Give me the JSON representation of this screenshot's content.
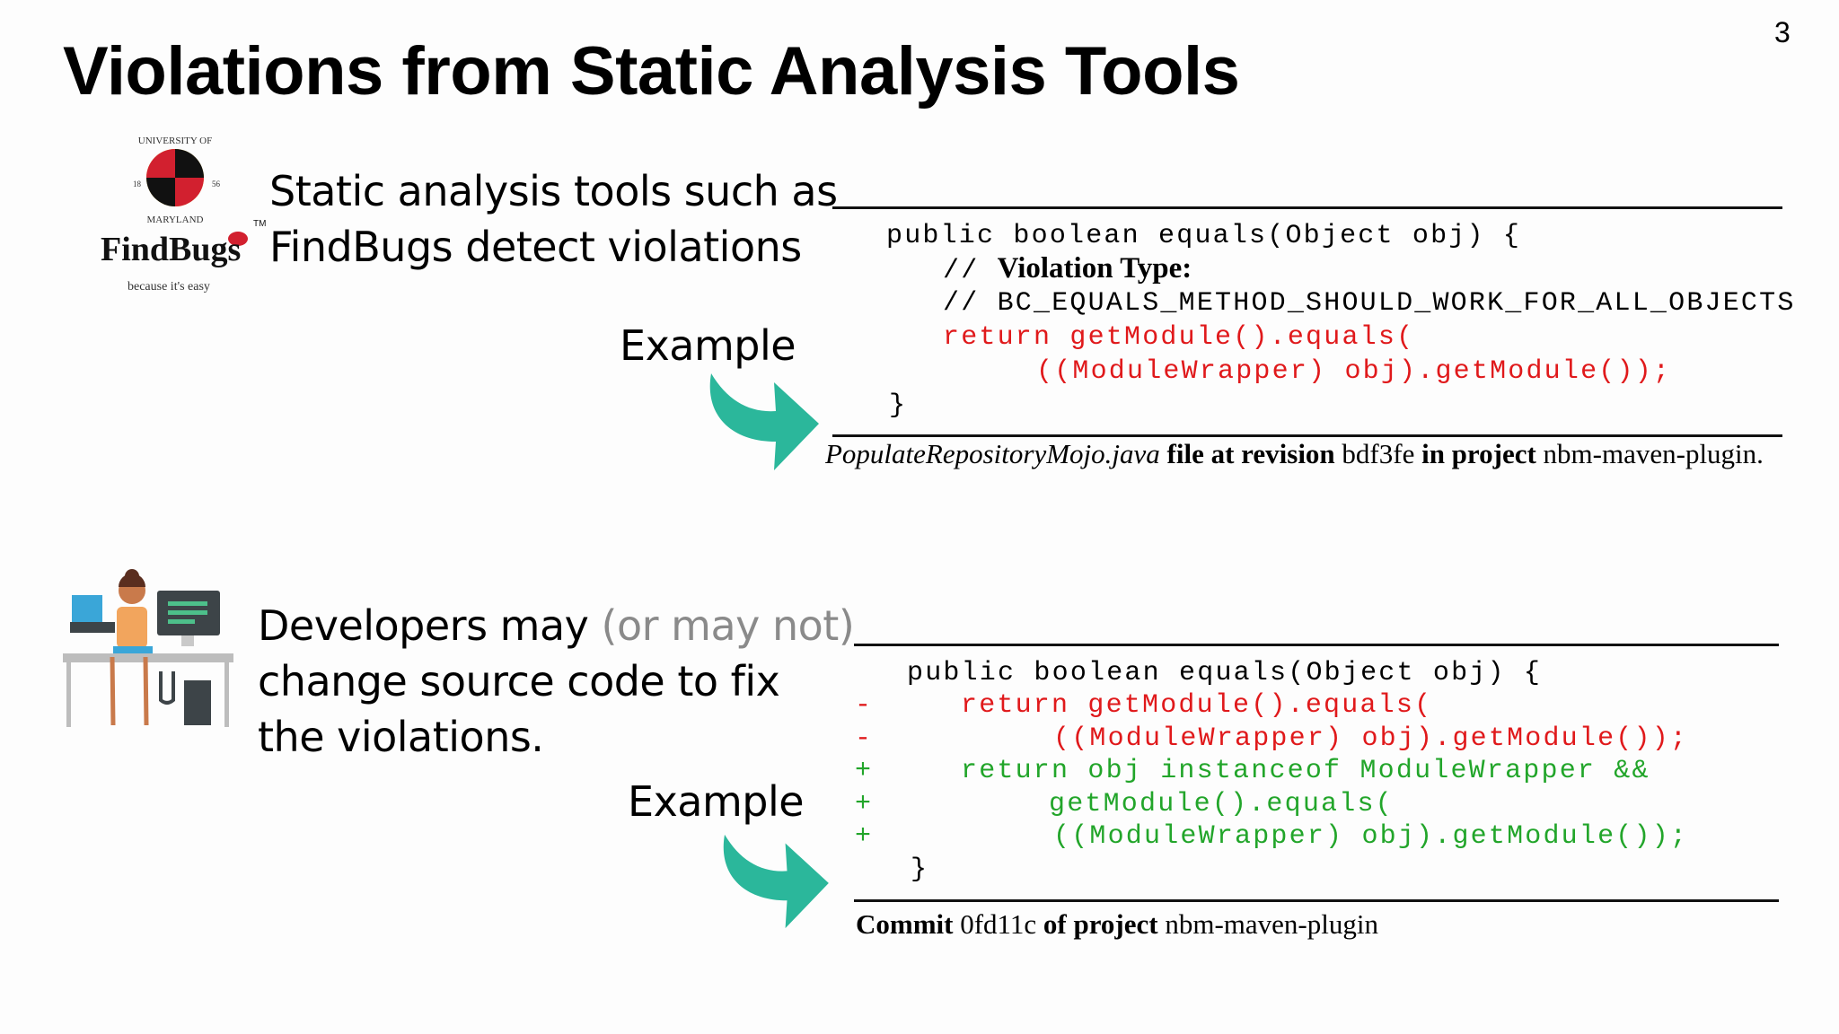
{
  "slide": {
    "title": "Violations from Static Analysis Tools",
    "page_number": "3"
  },
  "section1": {
    "logo_text": {
      "university": "UNIVERSITY OF MARYLAND",
      "year_left": "18",
      "year_right": "56",
      "brand": "FindBugs",
      "tm": "TM",
      "tagline": "because it's easy"
    },
    "text_lines": [
      "Static analysis tools such as",
      "FindBugs detect violations"
    ],
    "example_label": "Example",
    "code": {
      "line1": "public boolean equals(Object obj) {",
      "comment_prefix": "//",
      "violation_label": "Violation Type:",
      "line3": "// BC_EQUALS_METHOD_SHOULD_WORK_FOR_ALL_OBJECTS",
      "line4": "return getModule().equals(",
      "line5": "((ModuleWrapper) obj).getModule());",
      "line6": "}"
    },
    "caption": {
      "file": "PopulateRepositoryMojo.java",
      "mid1": "file at revision",
      "revision": "bdf3fe",
      "mid2": "in project",
      "project": "nbm-maven-plugin."
    }
  },
  "section2": {
    "text_line1_a": "Developers may ",
    "text_line1_b": "(or may not)",
    "text_line2": "change source code to fix",
    "text_line3": "the violations.",
    "example_label": "Example",
    "diff": [
      {
        "marker": "",
        "text": "public boolean equals(Object obj) {",
        "kind": "context"
      },
      {
        "marker": "-",
        "text": "return getModule().equals(",
        "kind": "removed"
      },
      {
        "marker": "-",
        "text": "((ModuleWrapper) obj).getModule());",
        "kind": "removed"
      },
      {
        "marker": "+",
        "text": "return obj instanceof ModuleWrapper &&",
        "kind": "added"
      },
      {
        "marker": "+",
        "text": "getModule().equals(",
        "kind": "added"
      },
      {
        "marker": "+",
        "text": "((ModuleWrapper) obj).getModule());",
        "kind": "added"
      },
      {
        "marker": "",
        "text": "}",
        "kind": "context"
      }
    ],
    "caption": {
      "commit_label": "Commit",
      "commit": "0fd11c",
      "mid": "of project",
      "project": "nbm-maven-plugin"
    }
  },
  "colors": {
    "accent_arrow": "#2bb79b",
    "removed": "#e0191b",
    "added": "#22a52a"
  }
}
